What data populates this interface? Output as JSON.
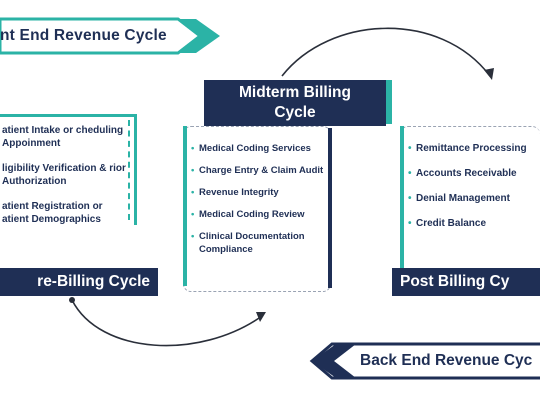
{
  "banners": {
    "top": "nt End Revenue Cycle",
    "bottom": "Back End Revenue Cyc"
  },
  "pre_billing": {
    "title": "re-Billing Cycle",
    "items": [
      "atient Intake or cheduling Appoinment",
      "ligibility Verification & rior Authorization",
      "atient Registration or atient Demographics"
    ]
  },
  "midterm_billing": {
    "title_line1": "Midterm Billing",
    "title_line2": "Cycle",
    "items": [
      "Medical Coding Services",
      "Charge Entry & Claim Audit",
      "Revenue Integrity",
      "Medical Coding Review",
      "Clinical Documentation Compliance"
    ]
  },
  "post_billing": {
    "title": "Post Billing Cy",
    "items": [
      "Remittance Processing",
      "Accounts Receivable",
      "Denial Management",
      "Credit Balance"
    ]
  },
  "colors": {
    "navy": "#1f2f55",
    "teal": "#2bb3a6",
    "dash": "#9aa3b3"
  }
}
